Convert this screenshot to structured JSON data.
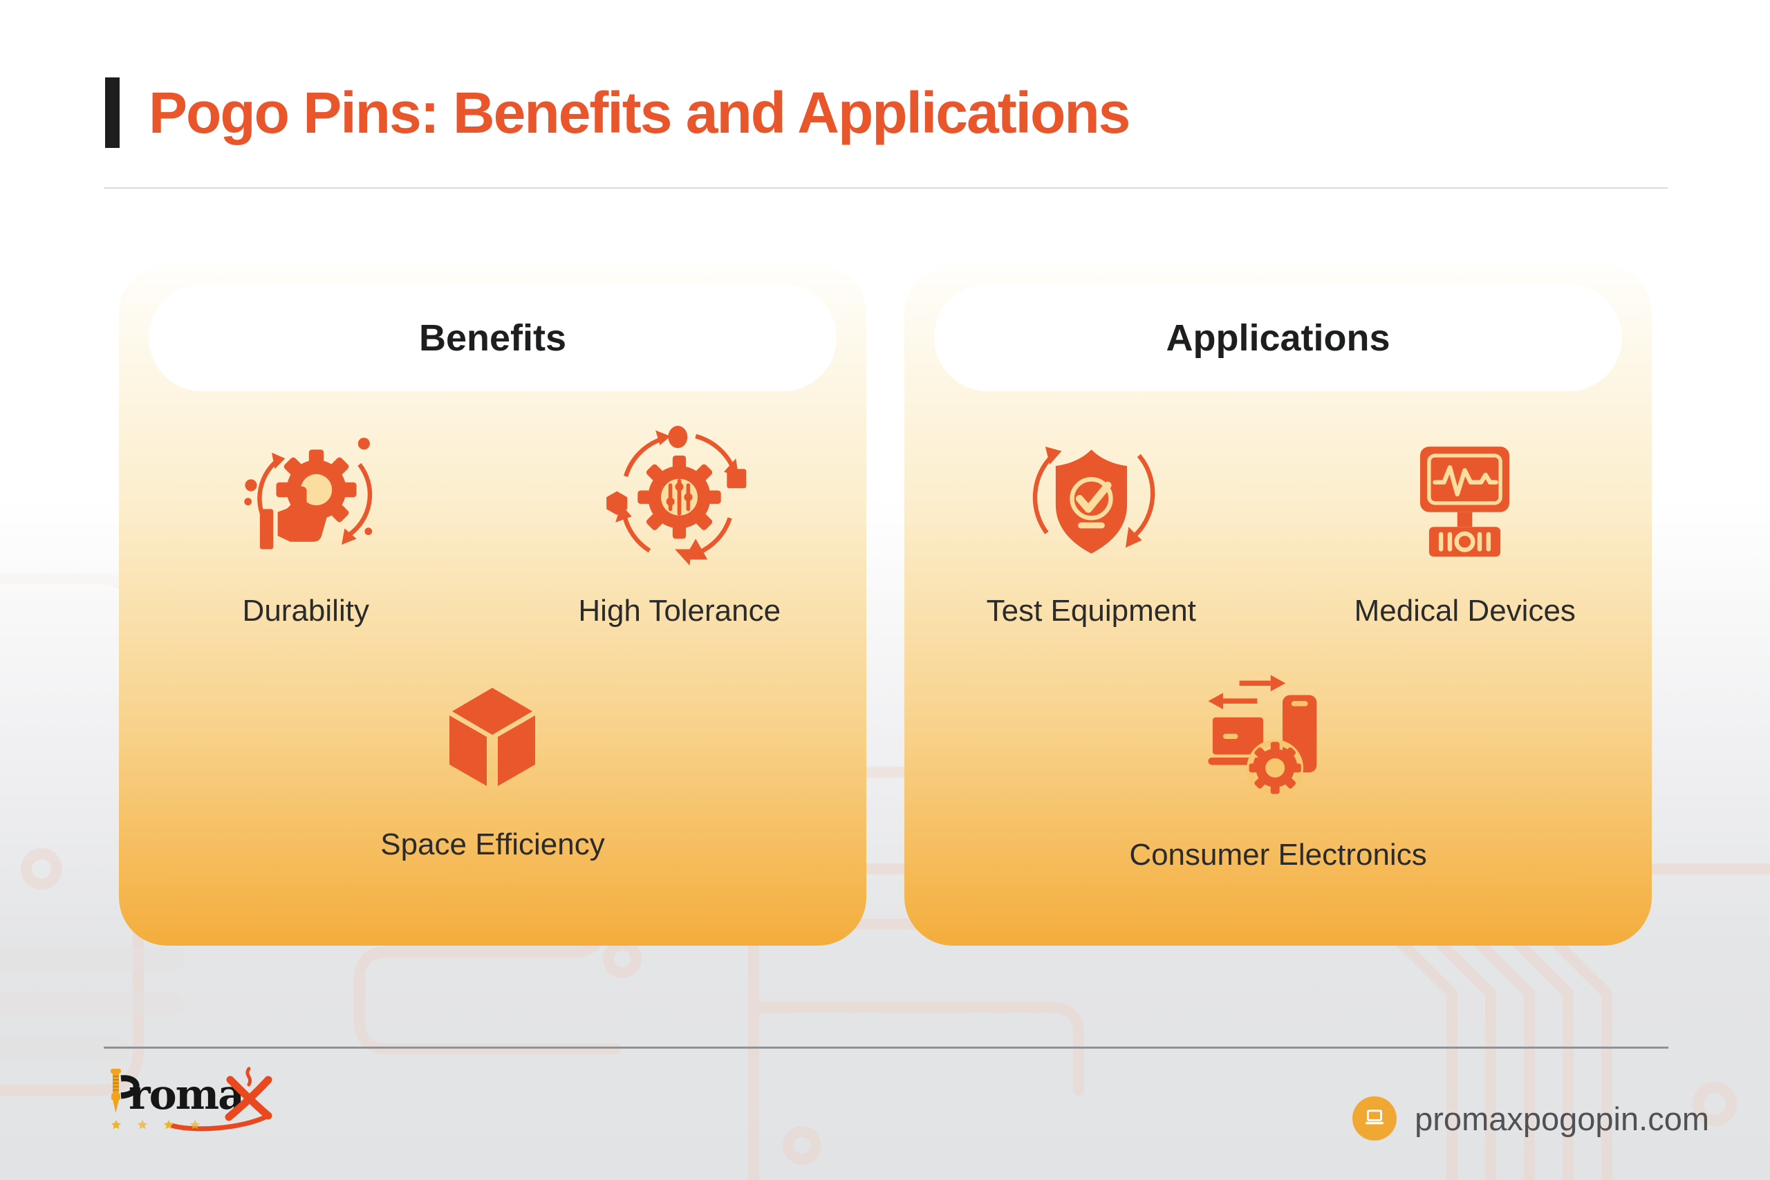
{
  "page": {
    "title": "Pogo Pins: Benefits and Applications"
  },
  "colors": {
    "title_orange": "#E9562B",
    "icon_orange": "#E8582C",
    "card_top": "#FFFEFB",
    "card_bottom": "#F4AD3C",
    "pill_bg": "#FFFFFF",
    "pill_text": "#1D1E20",
    "label_text": "#2B2B2B",
    "accent_bar_black": "#1D1D1F",
    "page_bg_bottom": "#E2E3E5",
    "footer_badge_amber": "#F0A733",
    "footer_text_gray": "#4F5154",
    "logo_gold": "#EFA41B",
    "logo_black": "#161616",
    "logo_flame_orange": "#E8491F"
  },
  "cards": [
    {
      "title": "Benefits",
      "items": [
        {
          "label": "Durability",
          "icon": "durability-gear-thumbs-up-icon"
        },
        {
          "label": "High Tolerance",
          "icon": "high-tolerance-gear-sliders-icon"
        },
        {
          "label": "Space Efficiency",
          "icon": "space-efficiency-cube-icon"
        }
      ]
    },
    {
      "title": "Applications",
      "items": [
        {
          "label": "Test Equipment",
          "icon": "test-equipment-shield-check-icon"
        },
        {
          "label": "Medical Devices",
          "icon": "medical-devices-monitor-icon"
        },
        {
          "label": "Consumer Electronics",
          "icon": "consumer-electronics-devices-gear-icon"
        }
      ]
    }
  ],
  "footer": {
    "logo_text": "Proma",
    "logo_text_tail": "roma",
    "logo_mark": "X",
    "website": "promaxpogopin.com",
    "website_icon": "laptop-icon"
  }
}
